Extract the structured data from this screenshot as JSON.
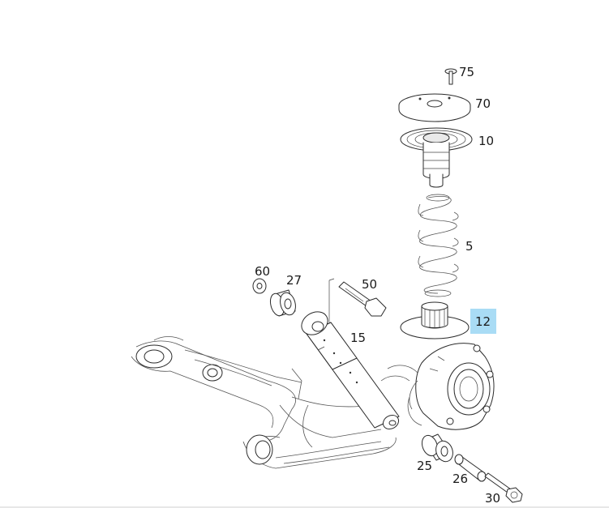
{
  "callouts": [
    {
      "id": "75",
      "label": "75",
      "highlighted": false
    },
    {
      "id": "70",
      "label": "70",
      "highlighted": false
    },
    {
      "id": "10",
      "label": "10",
      "highlighted": false
    },
    {
      "id": "5",
      "label": "5",
      "highlighted": false
    },
    {
      "id": "60",
      "label": "60",
      "highlighted": false
    },
    {
      "id": "27",
      "label": "27",
      "highlighted": false
    },
    {
      "id": "50",
      "label": "50",
      "highlighted": false
    },
    {
      "id": "12",
      "label": "12",
      "highlighted": true
    },
    {
      "id": "15",
      "label": "15",
      "highlighted": false
    },
    {
      "id": "25",
      "label": "25",
      "highlighted": false
    },
    {
      "id": "26",
      "label": "26",
      "highlighted": false
    },
    {
      "id": "30",
      "label": "30",
      "highlighted": false
    }
  ],
  "colors": {
    "highlight": "#a9dcf5",
    "line": "#2b2b2b",
    "background": "#ffffff"
  }
}
